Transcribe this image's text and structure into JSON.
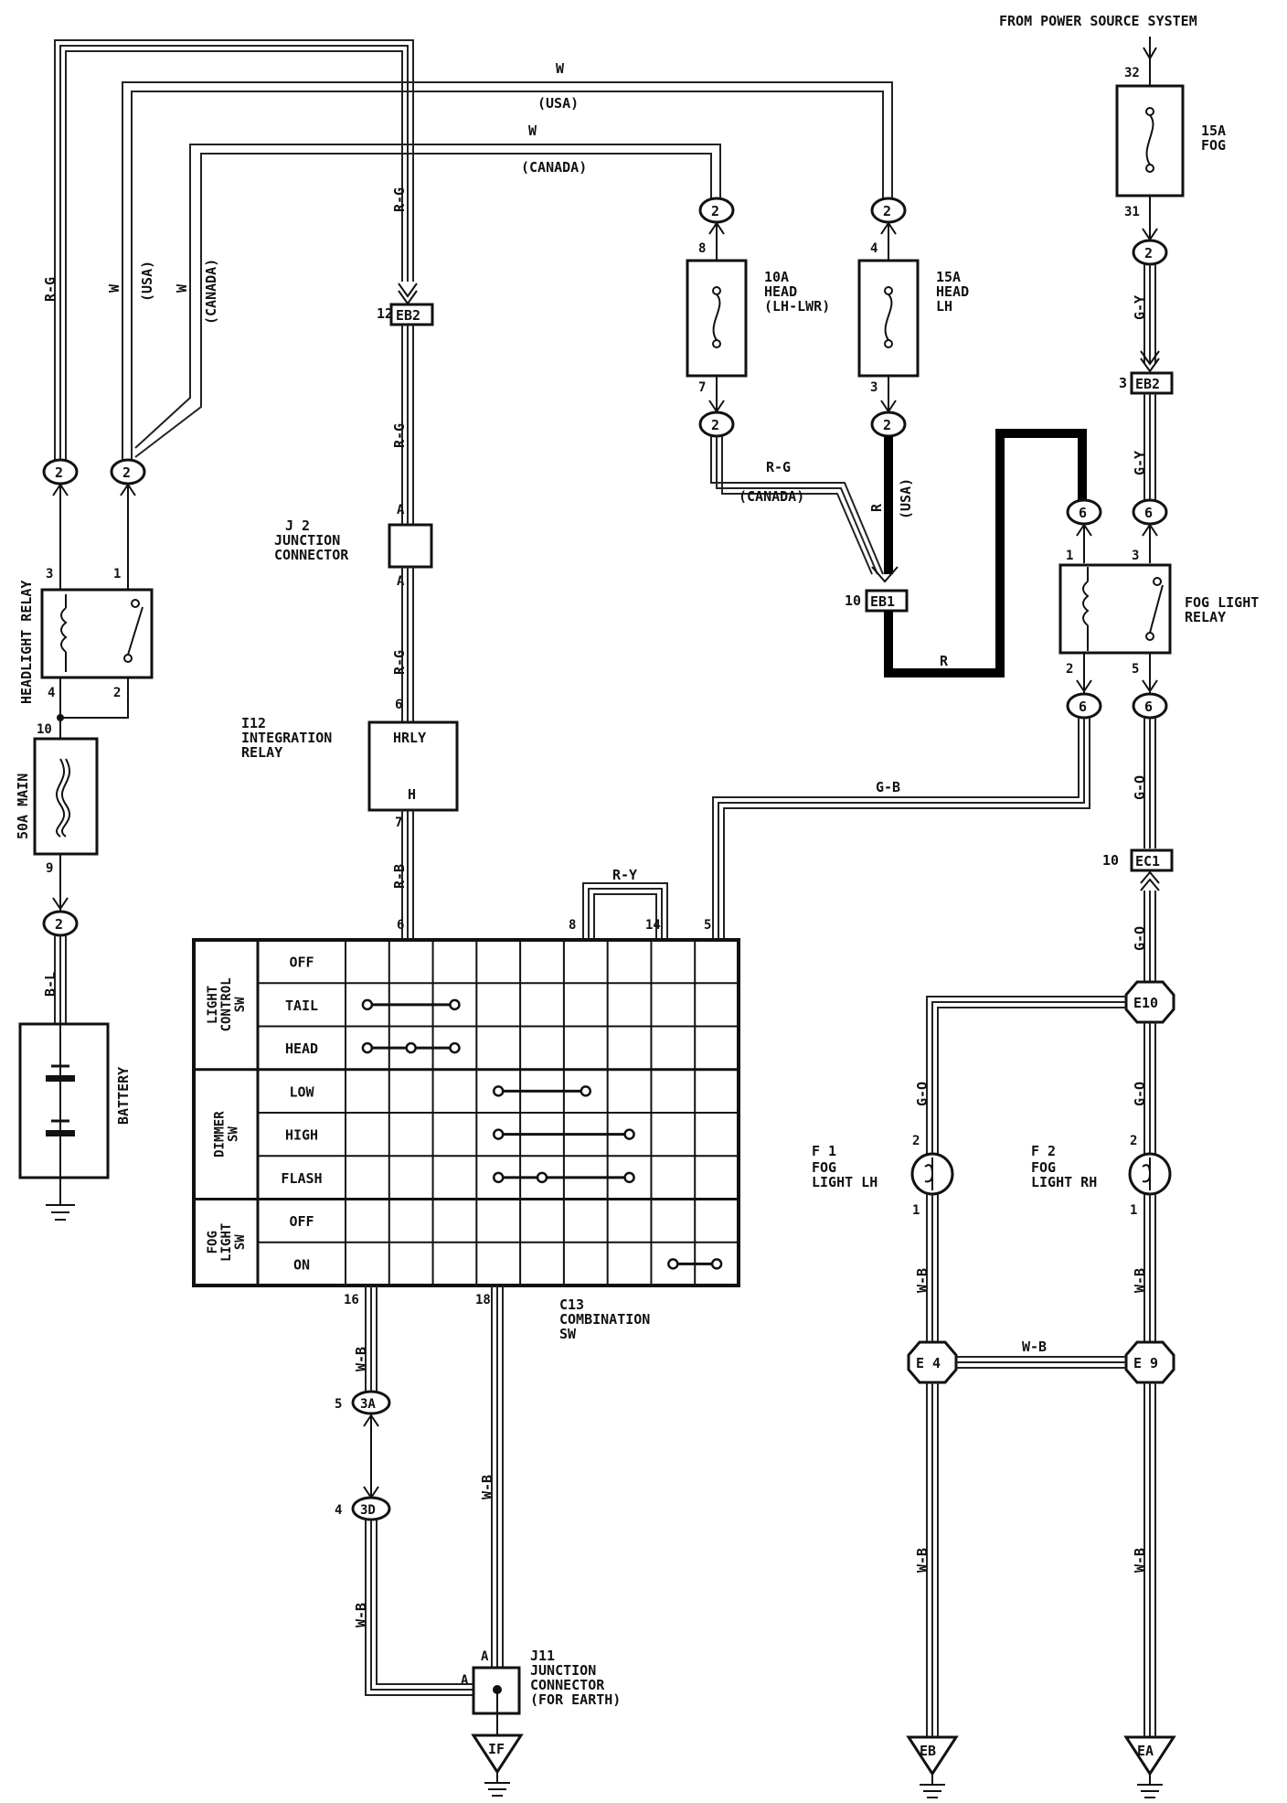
{
  "header": {
    "power_source": "FROM POWER SOURCE SYSTEM"
  },
  "wires": {
    "rg": "R-G",
    "w": "W",
    "usa": "(USA)",
    "canada": "(CANADA)",
    "gy": "G-Y",
    "r": "R",
    "gb": "G-B",
    "go": "G-O",
    "ry": "R-Y",
    "rb": "R-B",
    "bl": "B-L",
    "wb": "W-B"
  },
  "fuses": {
    "fog": {
      "rating": "15A",
      "name": "FOG",
      "pin_top": "32",
      "pin_bottom": "31"
    },
    "head_lh_lwr": {
      "rating": "10A",
      "name": "HEAD",
      "sub": "(LH-LWR)",
      "pin_top": "8",
      "pin_bottom": "7"
    },
    "head_lh": {
      "rating": "15A",
      "name": "HEAD",
      "sub": "LH",
      "pin_top": "4",
      "pin_bottom": "3"
    },
    "main": {
      "label": "50A MAIN",
      "pin_top": "10",
      "pin_bottom": "9"
    }
  },
  "connectors": {
    "c2": "2",
    "c6": "6",
    "eb2": "EB2",
    "eb1": "EB1",
    "ec1": "EC1",
    "eb2_pin_left": "12",
    "eb2_pin_right": "3",
    "eb1_pin": "10",
    "ec1_pin": "10",
    "c3a": "3A",
    "c3d": "3D",
    "c3a_pin": "5",
    "c3d_pin": "4",
    "e10": "E10",
    "e4": "E 4",
    "e9": "E 9"
  },
  "relays": {
    "headlight": {
      "label": "HEADLIGHT RELAY",
      "p3": "3",
      "p1": "1",
      "p4": "4",
      "p2": "2"
    },
    "fog": {
      "label1": "FOG LIGHT",
      "label2": "RELAY",
      "p1": "1",
      "p3": "3",
      "p2": "2",
      "p5": "5"
    }
  },
  "j2": {
    "id": "J 2",
    "line1": "JUNCTION",
    "line2": "CONNECTOR",
    "pin": "A"
  },
  "i12": {
    "id": "I12",
    "line1": "INTEGRATION",
    "line2": "RELAY",
    "top": "HRLY",
    "bottom": "H",
    "pin_top": "6",
    "pin_bottom": "7"
  },
  "battery": {
    "label": "BATTERY"
  },
  "combination": {
    "id": "C13",
    "line1": "COMBINATION",
    "line2": "SW",
    "pins_top": {
      "p6": "6",
      "p8": "8",
      "p14": "14",
      "p5": "5"
    },
    "pins_bottom": {
      "p16": "16",
      "p18": "18"
    },
    "groups": [
      {
        "name": [
          "LIGHT",
          "CONTROL",
          "SW"
        ]
      },
      {
        "name": [
          "DIMMER",
          "SW"
        ]
      },
      {
        "name": [
          "FOG",
          "LIGHT",
          "SW"
        ]
      }
    ],
    "positions": [
      "OFF",
      "TAIL",
      "HEAD",
      "LOW",
      "HIGH",
      "FLASH",
      "OFF",
      "ON"
    ]
  },
  "j11": {
    "id": "J11",
    "line1": "JUNCTION",
    "line2": "CONNECTOR",
    "line3": "(FOR EARTH)",
    "pin": "A"
  },
  "fog_lights": {
    "lh": {
      "id": "F 1",
      "line1": "FOG",
      "line2": "LIGHT LH",
      "p2": "2",
      "p1": "1"
    },
    "rh": {
      "id": "F 2",
      "line1": "FOG",
      "line2": "LIGHT RH",
      "p2": "2",
      "p1": "1"
    }
  },
  "grounds": {
    "if": "IF",
    "eb": "EB",
    "ea": "EA"
  }
}
